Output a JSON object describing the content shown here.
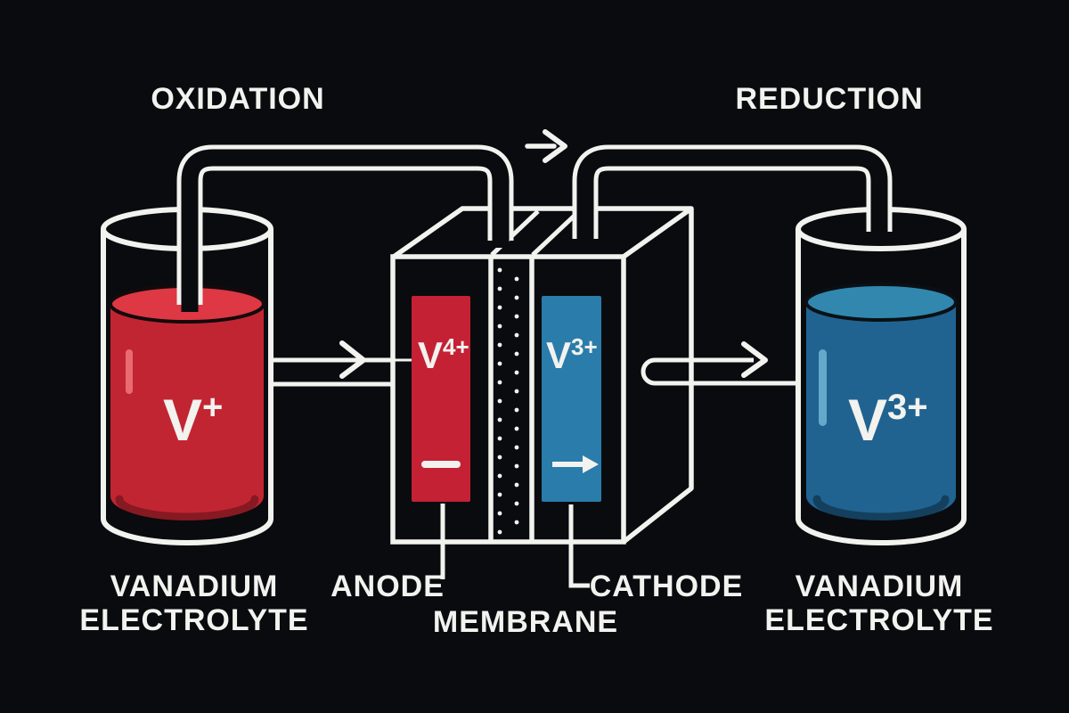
{
  "labels": {
    "oxidation": "OXIDATION",
    "reduction": "REDUCTION",
    "anode": "ANODE",
    "cathode": "CATHODE",
    "membrane": "MEMBRANE"
  },
  "left_tank": {
    "ion": {
      "base": "V",
      "sup": "+"
    },
    "caption1": "VANADIUM",
    "caption2": "ELECTROLYTE"
  },
  "right_tank": {
    "ion": {
      "base": "V",
      "sup": "3+"
    },
    "caption1": "VANADIUM",
    "caption2": "ELECTROLYTE"
  },
  "electrodes": {
    "anode_ion": {
      "base": "V",
      "sup": "4+"
    },
    "cathode_ion": {
      "base": "V",
      "sup": "3+"
    }
  },
  "colors": {
    "background": "#0a0b0f",
    "line": "#f2f2ef",
    "red_liquid_top": "#dd3843",
    "red_liquid_body": "#c22532",
    "red_electrode": "#c52134",
    "red_highlight": "#ea6a72",
    "blue_liquid_top": "#3187ae",
    "blue_liquid_body": "#206390",
    "blue_electrode": "#2a7cab",
    "blue_highlight": "#64a9c9"
  }
}
